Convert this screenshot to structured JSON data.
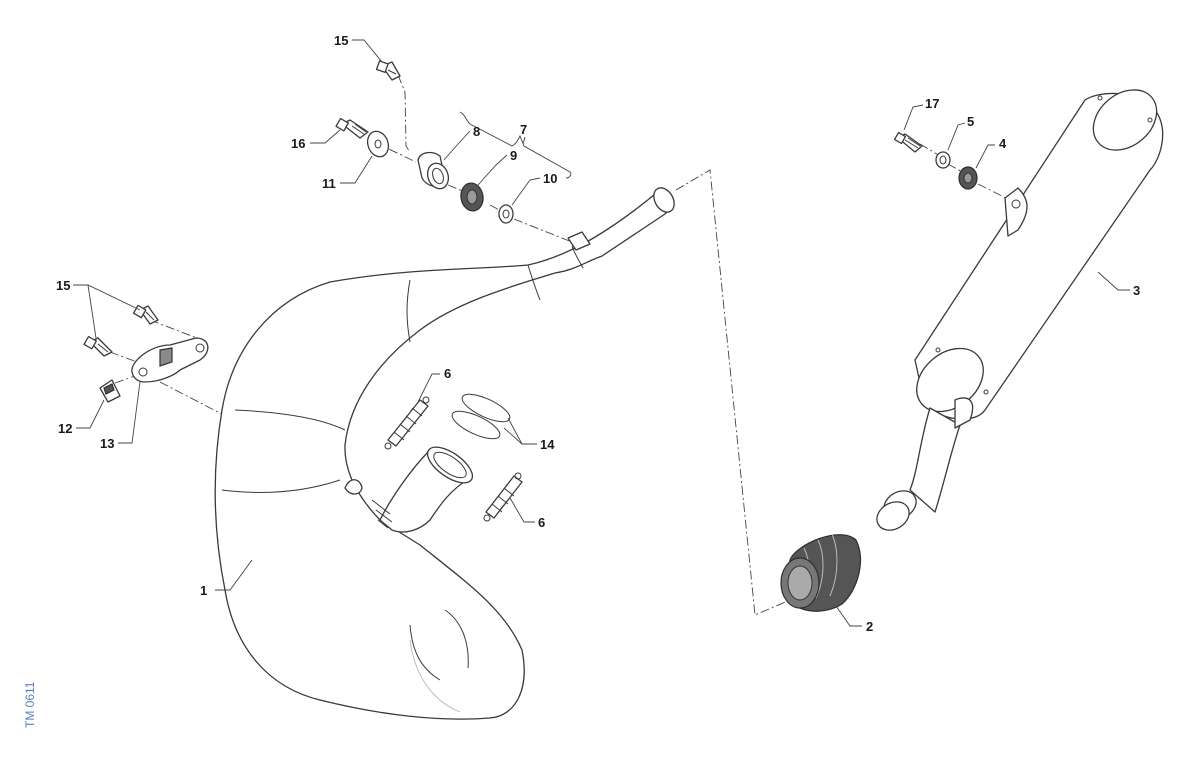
{
  "drawing_ref": "TM 0611",
  "callouts": {
    "c1": "1",
    "c2": "2",
    "c3": "3",
    "c4": "4",
    "c5": "5",
    "c6a": "6",
    "c6b": "6",
    "c7": "7",
    "c8": "8",
    "c9": "9",
    "c10": "10",
    "c11": "11",
    "c12": "12",
    "c13": "13",
    "c14": "14",
    "c15a": "15",
    "c15b": "15",
    "c16": "16",
    "c17": "17"
  }
}
